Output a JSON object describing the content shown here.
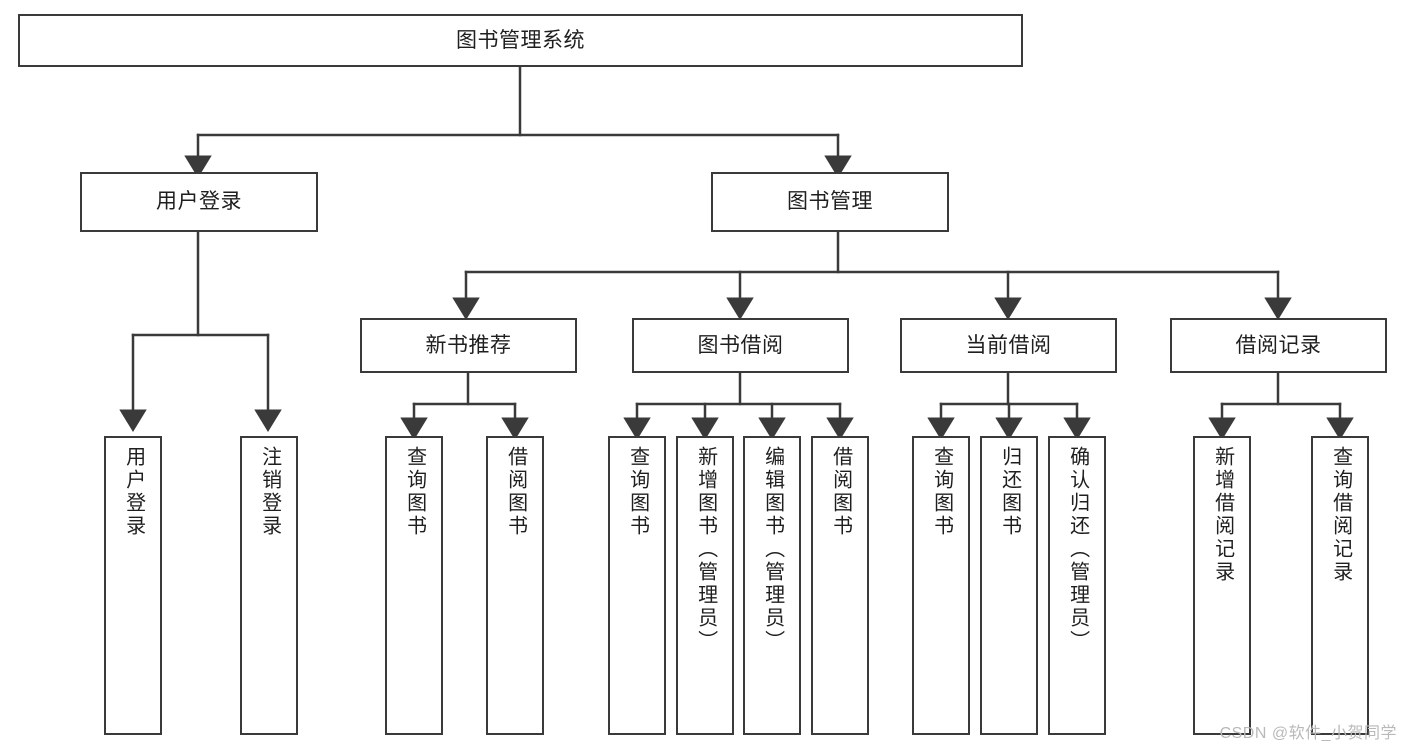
{
  "diagram": {
    "title": "图书管理系统",
    "type": "tree",
    "root": {
      "id": "root",
      "label": "图书管理系统"
    },
    "level2": [
      {
        "id": "user-login",
        "label": "用户登录"
      },
      {
        "id": "book-manage",
        "label": "图书管理"
      }
    ],
    "level3": [
      {
        "id": "new-book-recommend",
        "label": "新书推荐",
        "parent": "book-manage"
      },
      {
        "id": "book-borrow",
        "label": "图书借阅",
        "parent": "book-manage"
      },
      {
        "id": "current-borrow",
        "label": "当前借阅",
        "parent": "book-manage"
      },
      {
        "id": "borrow-record",
        "label": "借阅记录",
        "parent": "book-manage"
      }
    ],
    "leaves": {
      "user_login": [
        {
          "id": "leaf-user-login",
          "label": "用户登录"
        },
        {
          "id": "leaf-user-logout",
          "label": "注销登录"
        }
      ],
      "new_book_recommend": [
        {
          "id": "leaf-query-book-1",
          "label": "查询图书"
        },
        {
          "id": "leaf-borrow-book-1",
          "label": "借阅图书"
        }
      ],
      "book_borrow": [
        {
          "id": "leaf-query-book-2",
          "label": "查询图书"
        },
        {
          "id": "leaf-add-book",
          "label": "新增图书（管理员）"
        },
        {
          "id": "leaf-edit-book",
          "label": "编辑图书（管理员）"
        },
        {
          "id": "leaf-borrow-book-2",
          "label": "借阅图书"
        }
      ],
      "current_borrow": [
        {
          "id": "leaf-query-book-3",
          "label": "查询图书"
        },
        {
          "id": "leaf-return-book",
          "label": "归还图书"
        },
        {
          "id": "leaf-confirm-return",
          "label": "确认归还（管理员）"
        }
      ],
      "borrow_record": [
        {
          "id": "leaf-add-record",
          "label": "新增借阅记录"
        },
        {
          "id": "leaf-query-record",
          "label": "查询借阅记录"
        }
      ]
    }
  },
  "watermark": {
    "text": "CSDN @软件_小贺同学"
  },
  "colors": {
    "stroke": "#3a3a3a",
    "background": "#ffffff",
    "text": "#1f1f1f",
    "watermark": "#b9b9b9"
  }
}
